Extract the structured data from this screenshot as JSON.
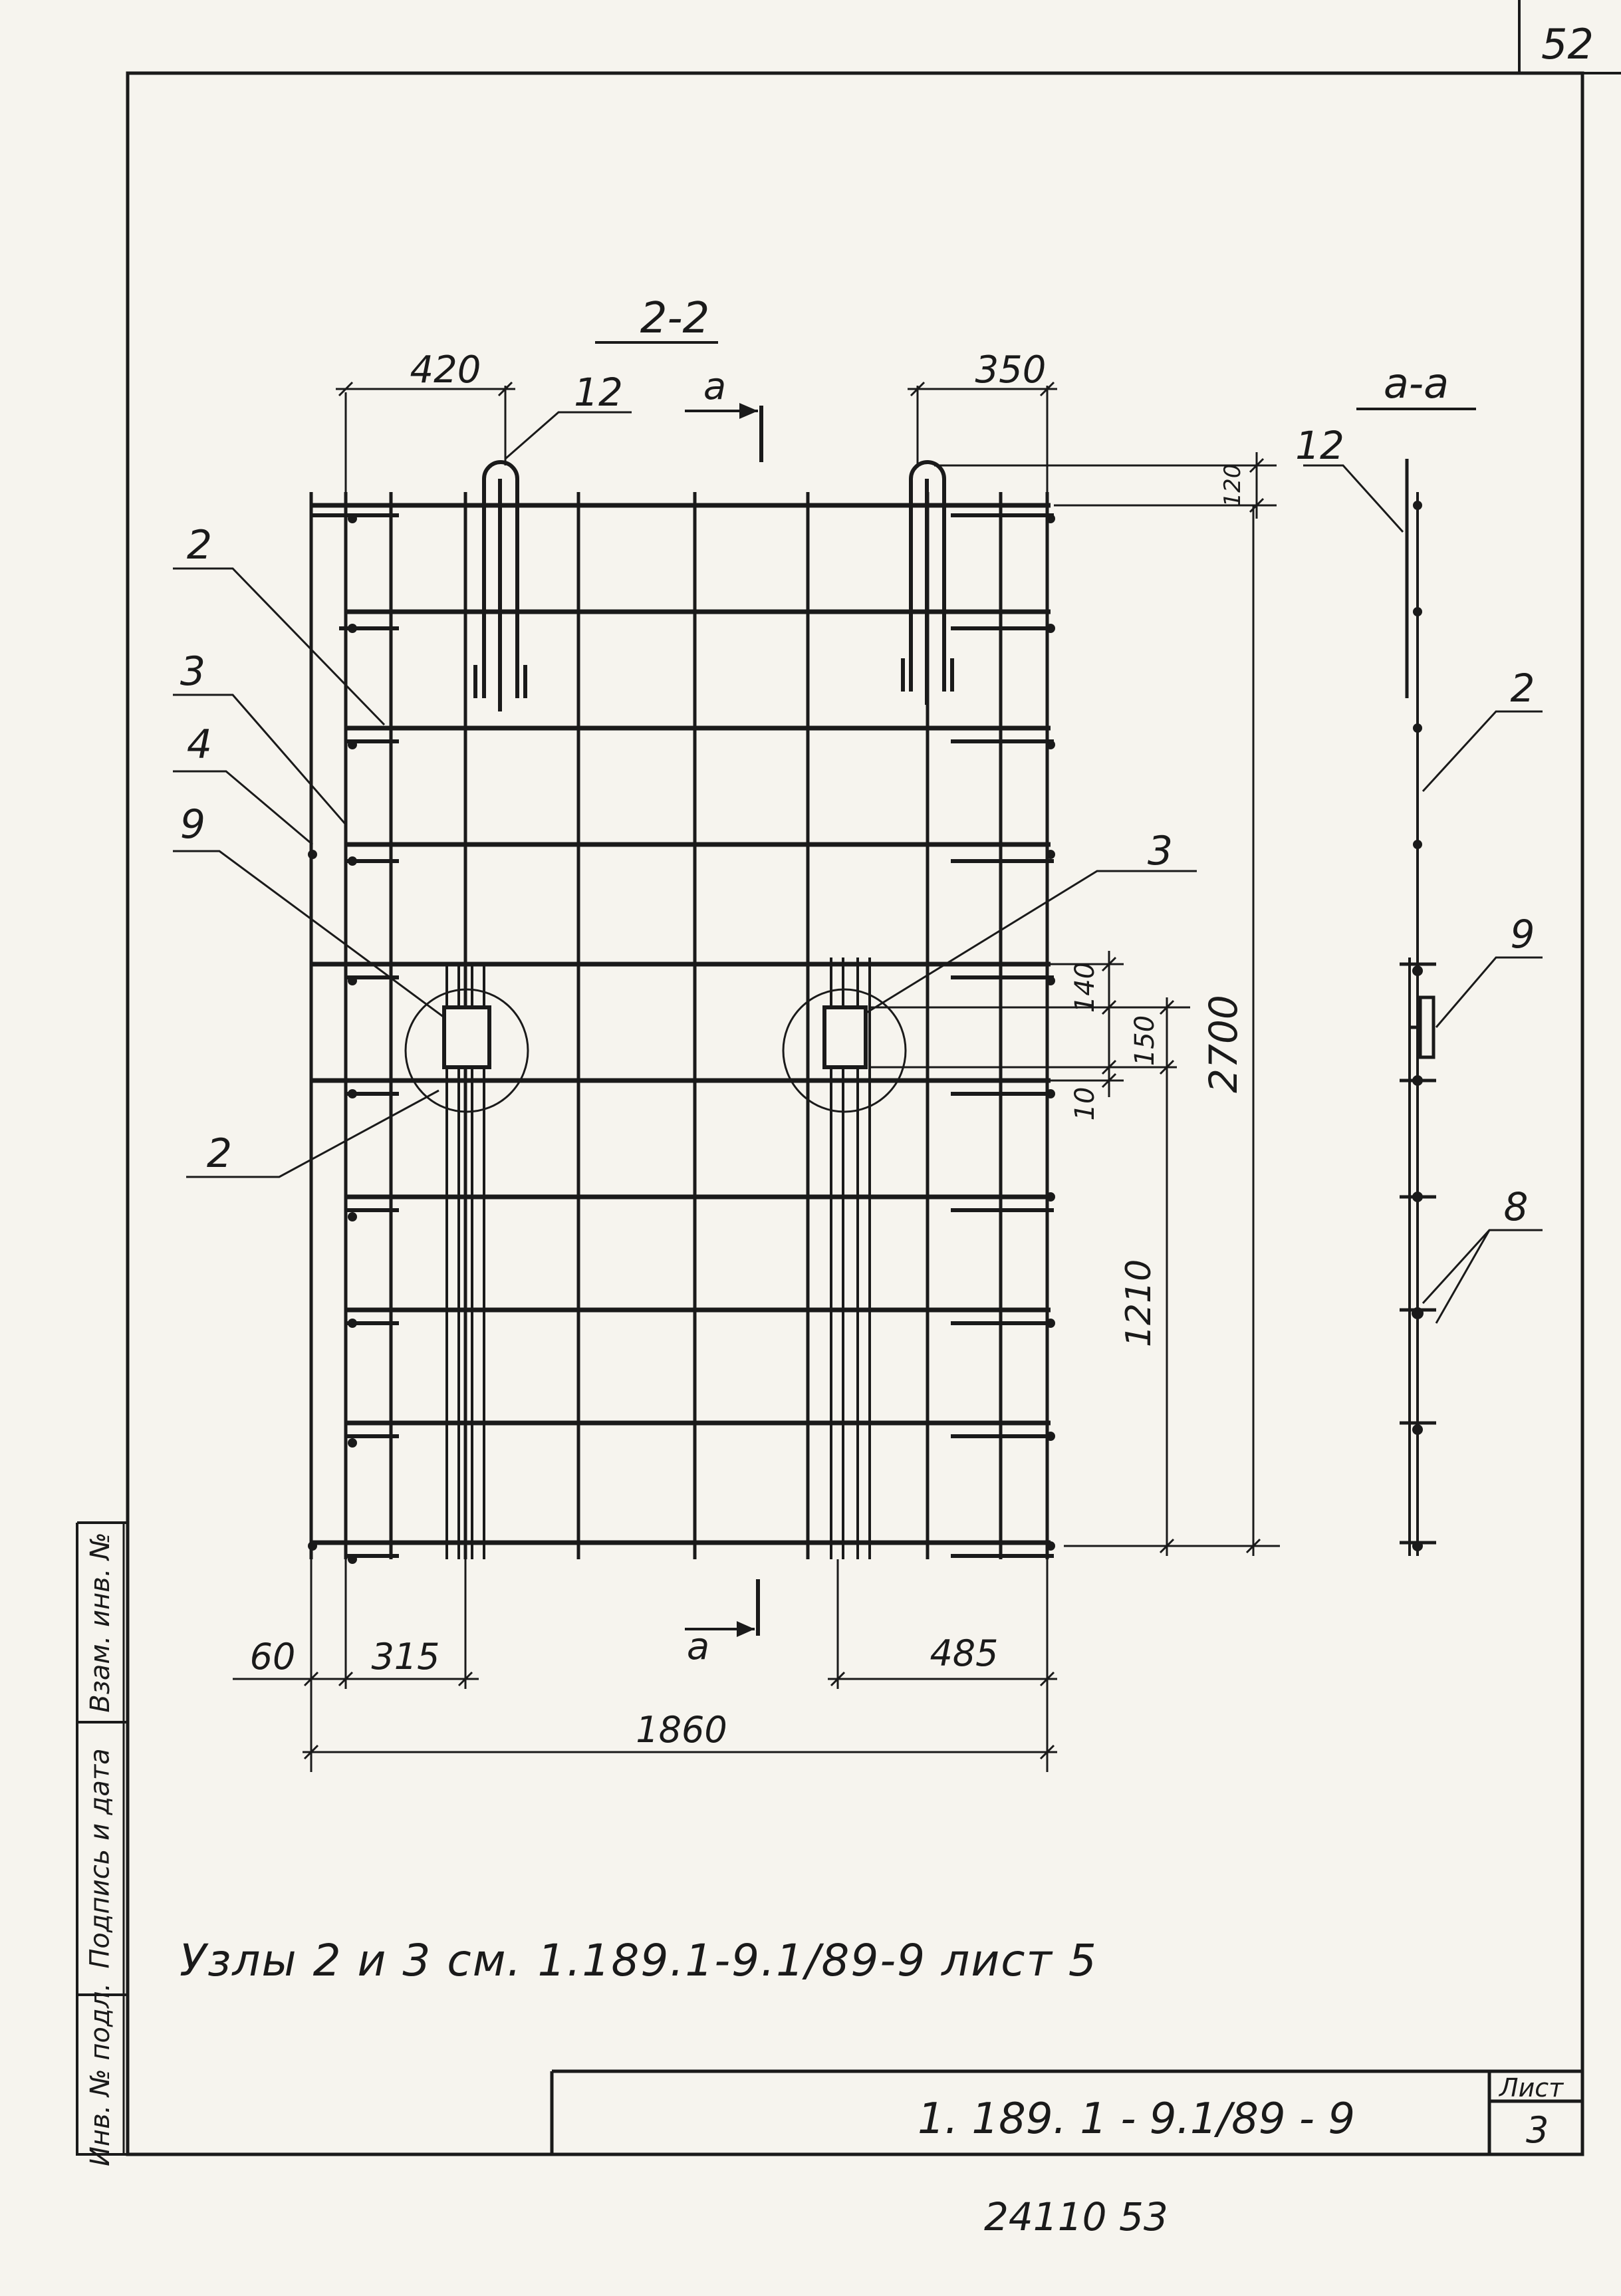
{
  "sheet_corner_number": "52",
  "section_2_2": {
    "title": "2-2",
    "cut_mark": "a",
    "dims": {
      "left_top": "420",
      "right_top": "350",
      "top_offset": "120",
      "total_height": "2700",
      "node_h1": "140",
      "node_h2": "150",
      "node_h3": "10",
      "lower_height": "1210",
      "left_edge": "60",
      "left_gap": "315",
      "right_gap": "485",
      "total_width": "1860"
    },
    "leaders": {
      "loop_left": "12",
      "bar2_upper": "2",
      "bar3": "3",
      "bar4": "4",
      "plate9": "9",
      "bar2_lower": "2",
      "node3": "3"
    }
  },
  "section_a_a": {
    "title": "a-a",
    "leaders": {
      "loop": "12",
      "bar2": "2",
      "plate9": "9",
      "bars8": "8"
    }
  },
  "note": "Узлы   2 и 3  см. 1.189.1-9.1/89-9  лист 5",
  "title_block": {
    "doc_code": "1. 189. 1 - 9.1/89 - 9",
    "sheet_label": "Лист",
    "sheet_number": "3"
  },
  "side_stamp": {
    "cell1": "Взам. инв. №",
    "cell2": "Подпись и дата",
    "cell3": "Инв. № подл."
  },
  "bottom_code": "24110   53"
}
